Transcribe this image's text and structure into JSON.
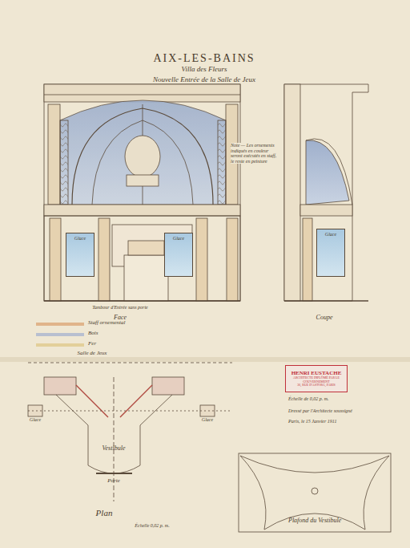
{
  "diagram": {
    "title": "AIX-LES-BAINS",
    "nodes": [
      {
        "text": [
          "HENRI EUSTACHE",
          "ARCHITECTE DIPLÔMÉ PAR LE GOUVERNEMENT",
          "36, RUE D'ASTORG, PARIS"
        ]
      },
      {
        "text": [
          "Glace"
        ]
      },
      {
        "text": [
          "Glace"
        ]
      },
      {
        "text": [
          "Glace"
        ]
      }
    ],
    "edges": [],
    "labels": [
      "Villa des Fleurs",
      "Nouvelle Entrée de la Salle de Jeux",
      "Note — Les ornements indiqués en couleur seront exécutés en staff, le reste en peinture",
      "Tambour d'Entrée sans porte",
      "Face",
      "Coupe",
      "Salle de Jeux",
      "Vestibule",
      "Glace",
      "Glace",
      "Porte",
      "Plan",
      "Échelle 0,02 p. m.",
      "Échelle de 0,02 p. m.",
      "Dressé par l'Architecte soussigné",
      "Paris, le 15 Janvier 1911",
      "Plafond du Vestibule"
    ],
    "legend": [
      {
        "text": "Staff ornemental",
        "color": "#e0b48a"
      },
      {
        "text": "Bois",
        "color": "#b8bfd0"
      },
      {
        "text": "Fer",
        "color": "#e3cf9a"
      }
    ]
  }
}
